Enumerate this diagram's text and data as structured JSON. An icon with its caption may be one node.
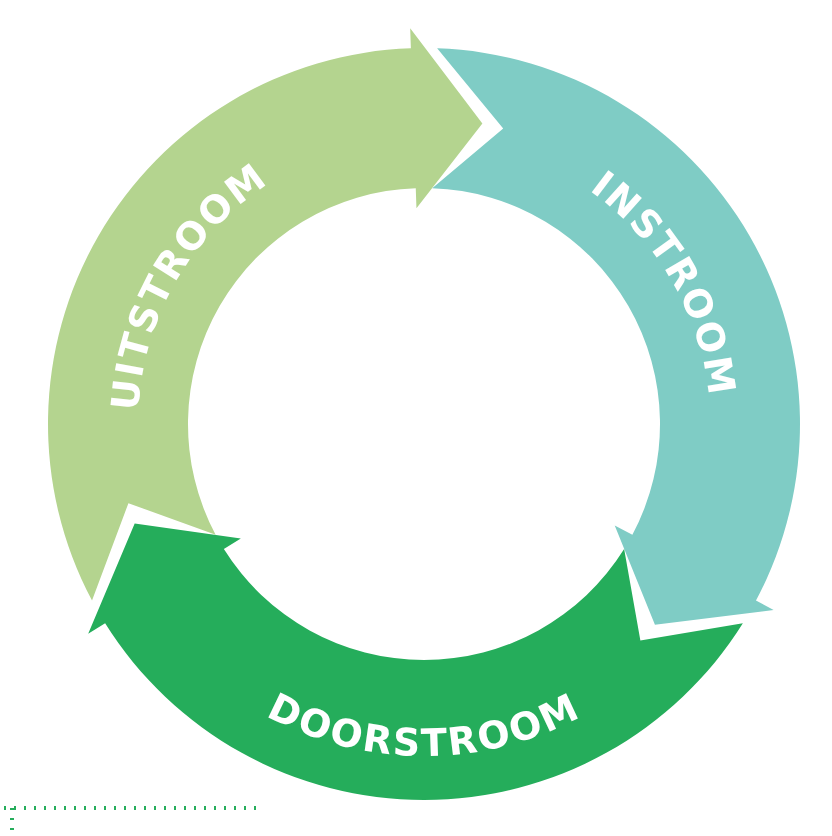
{
  "diagram": {
    "nodes": [
      {
        "text": [
          "UITSTROOM"
        ]
      },
      {
        "text": [
          "INSTROOM"
        ]
      },
      {
        "text": [
          "DOORSTROOM"
        ]
      }
    ]
  }
}
